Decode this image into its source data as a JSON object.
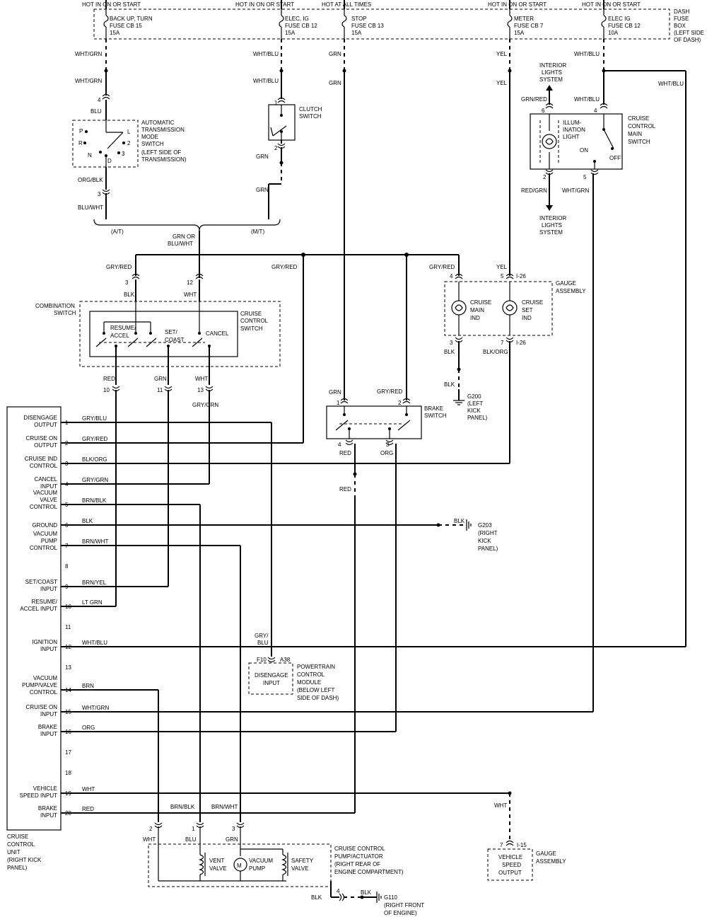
{
  "fuse_box": {
    "hot_labels": [
      "HOT IN ON OR START",
      "HOT IN ON OR START",
      "HOT AT ALL TIMES",
      "HOT IN ON OR START",
      "HOT IN ON OR START"
    ],
    "fuses": [
      {
        "name": "BACK UP, TURN",
        "fuse": "FUSE CB 15",
        "amp": "15A"
      },
      {
        "name": "ELEC, IG",
        "fuse": "FUSE CB 12",
        "amp": "15A"
      },
      {
        "name": "STOP",
        "fuse": "FUSE CB 13",
        "amp": "15A"
      },
      {
        "name": "METER",
        "fuse": "FUSE CB 7",
        "amp": "15A"
      },
      {
        "name": "ELEC IG",
        "fuse": "FUSE CB 12",
        "amp": "10A"
      }
    ],
    "box_label": [
      "DASH",
      "FUSE",
      "BOX",
      "(LEFT SIDE",
      "OF DASH)"
    ]
  },
  "wires": {
    "wht_grn": "WHT/GRN",
    "wht_blu": "WHT/BLU",
    "grn": "GRN",
    "yel": "YEL",
    "blu": "BLU",
    "org_blk": "ORG/BLK",
    "blu_wht": "BLU/WHT",
    "grn_red": "GRN/RED",
    "red_grn": "RED/GRN",
    "gry_red": "GRY/RED",
    "blk": "BLK",
    "wht": "WHT",
    "red": "RED",
    "gry_grn": "GRY/GRN",
    "grn_or": "GRN OR",
    "blk_org": "BLK/ORG",
    "org": "ORG",
    "gry": "GRY/",
    "blu2": "BLU",
    "brn_blk": "BRN/BLK",
    "brn_wht": "BRN/WHT"
  },
  "components": {
    "at_switch": [
      "AUTOMATIC",
      "TRANSMISSION",
      "MODE",
      "SWITCH",
      "(LEFT SIDE OF",
      "TRANSMISSION)"
    ],
    "gears": {
      "p": "P",
      "r": "R",
      "n": "N",
      "d": "D",
      "l": "L"
    },
    "clutch_switch": [
      "CLUTCH",
      "SWITCH"
    ],
    "interior_lights": [
      "INTERIOR",
      "LIGHTS",
      "SYSTEM"
    ],
    "illumination": [
      "ILLUM-",
      "INATION",
      "LIGHT"
    ],
    "main_switch": [
      "CRUISE",
      "CONTROL",
      "MAIN",
      "SWITCH"
    ],
    "on": "ON",
    "off": "OFF",
    "at": "(A/T)",
    "mt": "(M/T)",
    "gauge_assembly": [
      "GAUGE",
      "ASSEMBLY"
    ],
    "cruise_main_ind": [
      "CRUISE",
      "MAIN",
      "IND"
    ],
    "cruise_set_ind": [
      "CRUISE",
      "SET",
      "IND"
    ],
    "connector_i26": "I-26",
    "combination_switch": [
      "COMBINATION",
      "SWITCH"
    ],
    "cruise_control_switch": [
      "CRUISE",
      "CONTROL",
      "SWITCH"
    ],
    "resume": [
      "RESUME/",
      "ACCEL"
    ],
    "set": [
      "SET/",
      "COAST"
    ],
    "cancel": "CANCEL",
    "g200": [
      "G200",
      "(LEFT",
      "KICK",
      "PANEL)"
    ],
    "brake_switch": [
      "BRAKE",
      "SWITCH"
    ],
    "g203": [
      "G203",
      "(RIGHT",
      "KICK",
      "PANEL)"
    ],
    "pcm": {
      "pins": [
        "F10",
        "A38"
      ],
      "input": [
        "DISENGAGE",
        "INPUT"
      ],
      "label": [
        "POWERTRAIN",
        "CONTROL",
        "MODULE",
        "(BELOW LEFT",
        "SIDE OF DASH)"
      ]
    },
    "ccu_label": [
      "CRUISE",
      "CONTROL",
      "UNIT",
      "(RIGHT KICK",
      "PANEL)"
    ],
    "actuator": {
      "vent": [
        "VENT",
        "VALVE"
      ],
      "pump": [
        "VACUUM",
        "PUMP"
      ],
      "safety": [
        "SAFETY",
        "VALVE"
      ],
      "motor": "M",
      "label": [
        "CRUISE CONTROL",
        "PUMP/ACTUATOR",
        "(RIGHT REAR OF",
        "ENGINE COMPARTMENT)"
      ]
    },
    "g110": [
      "G110",
      "(RIGHT FRONT",
      "OF ENGINE)"
    ],
    "vss": {
      "box": [
        "VEHICLE",
        "SPEED",
        "OUTPUT"
      ],
      "conn": "I-15",
      "label": [
        "GAUGE",
        "ASSEMBLY"
      ]
    }
  },
  "ccu_pins": [
    {
      "n": "1",
      "label": [
        "DISENGAGE",
        "OUTPUT"
      ],
      "wire": "GRY/BLU"
    },
    {
      "n": "2",
      "label": [
        "CRUISE ON",
        "OUTPUT"
      ],
      "wire": "GRY/RED"
    },
    {
      "n": "3",
      "label": [
        "CRUISE IND",
        "CONTROL"
      ],
      "wire": "BLK/ORG"
    },
    {
      "n": "4",
      "label": [
        "CANCEL",
        "INPUT"
      ],
      "wire": "GRY/GRN"
    },
    {
      "n": "5",
      "label": [
        "VACUUM",
        "VALVE",
        "CONTROL"
      ],
      "wire": "BRN/BLK"
    },
    {
      "n": "6",
      "label": [
        "GROUND"
      ],
      "wire": "BLK"
    },
    {
      "n": "7",
      "label": [
        "VACUUM",
        "PUMP",
        "CONTROL"
      ],
      "wire": "BRN/WHT"
    },
    {
      "n": "8",
      "label": [],
      "wire": ""
    },
    {
      "n": "9",
      "label": [
        "SET/COAST",
        "INPUT"
      ],
      "wire": "BRN/YEL"
    },
    {
      "n": "10",
      "label": [
        "RESUME/",
        "ACCEL INPUT"
      ],
      "wire": "LT GRN"
    },
    {
      "n": "11",
      "label": [],
      "wire": ""
    },
    {
      "n": "12",
      "label": [
        "IGNITION",
        "INPUT"
      ],
      "wire": "WHT/BLU"
    },
    {
      "n": "13",
      "label": [],
      "wire": ""
    },
    {
      "n": "14",
      "label": [
        "VACUUM",
        "PUMP/VALVE",
        "CONTROL"
      ],
      "wire": "BRN"
    },
    {
      "n": "15",
      "label": [
        "CRUISE ON",
        "INPUT"
      ],
      "wire": "WHT/GRN"
    },
    {
      "n": "16",
      "label": [
        "BRAKE",
        "INPUT"
      ],
      "wire": "ORG"
    },
    {
      "n": "17",
      "label": [],
      "wire": ""
    },
    {
      "n": "18",
      "label": [],
      "wire": ""
    },
    {
      "n": "19",
      "label": [
        "VEHICLE",
        "SPEED INPUT"
      ],
      "wire": "WHT"
    },
    {
      "n": "20",
      "label": [
        "BRAKE",
        "INPUT"
      ],
      "wire": "RED"
    }
  ],
  "pin_numbers": {
    "p4": "4",
    "p3": "3",
    "p1": "1",
    "p2": "2",
    "p6": "6",
    "p5": "5",
    "p7": "7",
    "p12": "12",
    "p10": "10",
    "p11": "11",
    "p13": "13"
  }
}
